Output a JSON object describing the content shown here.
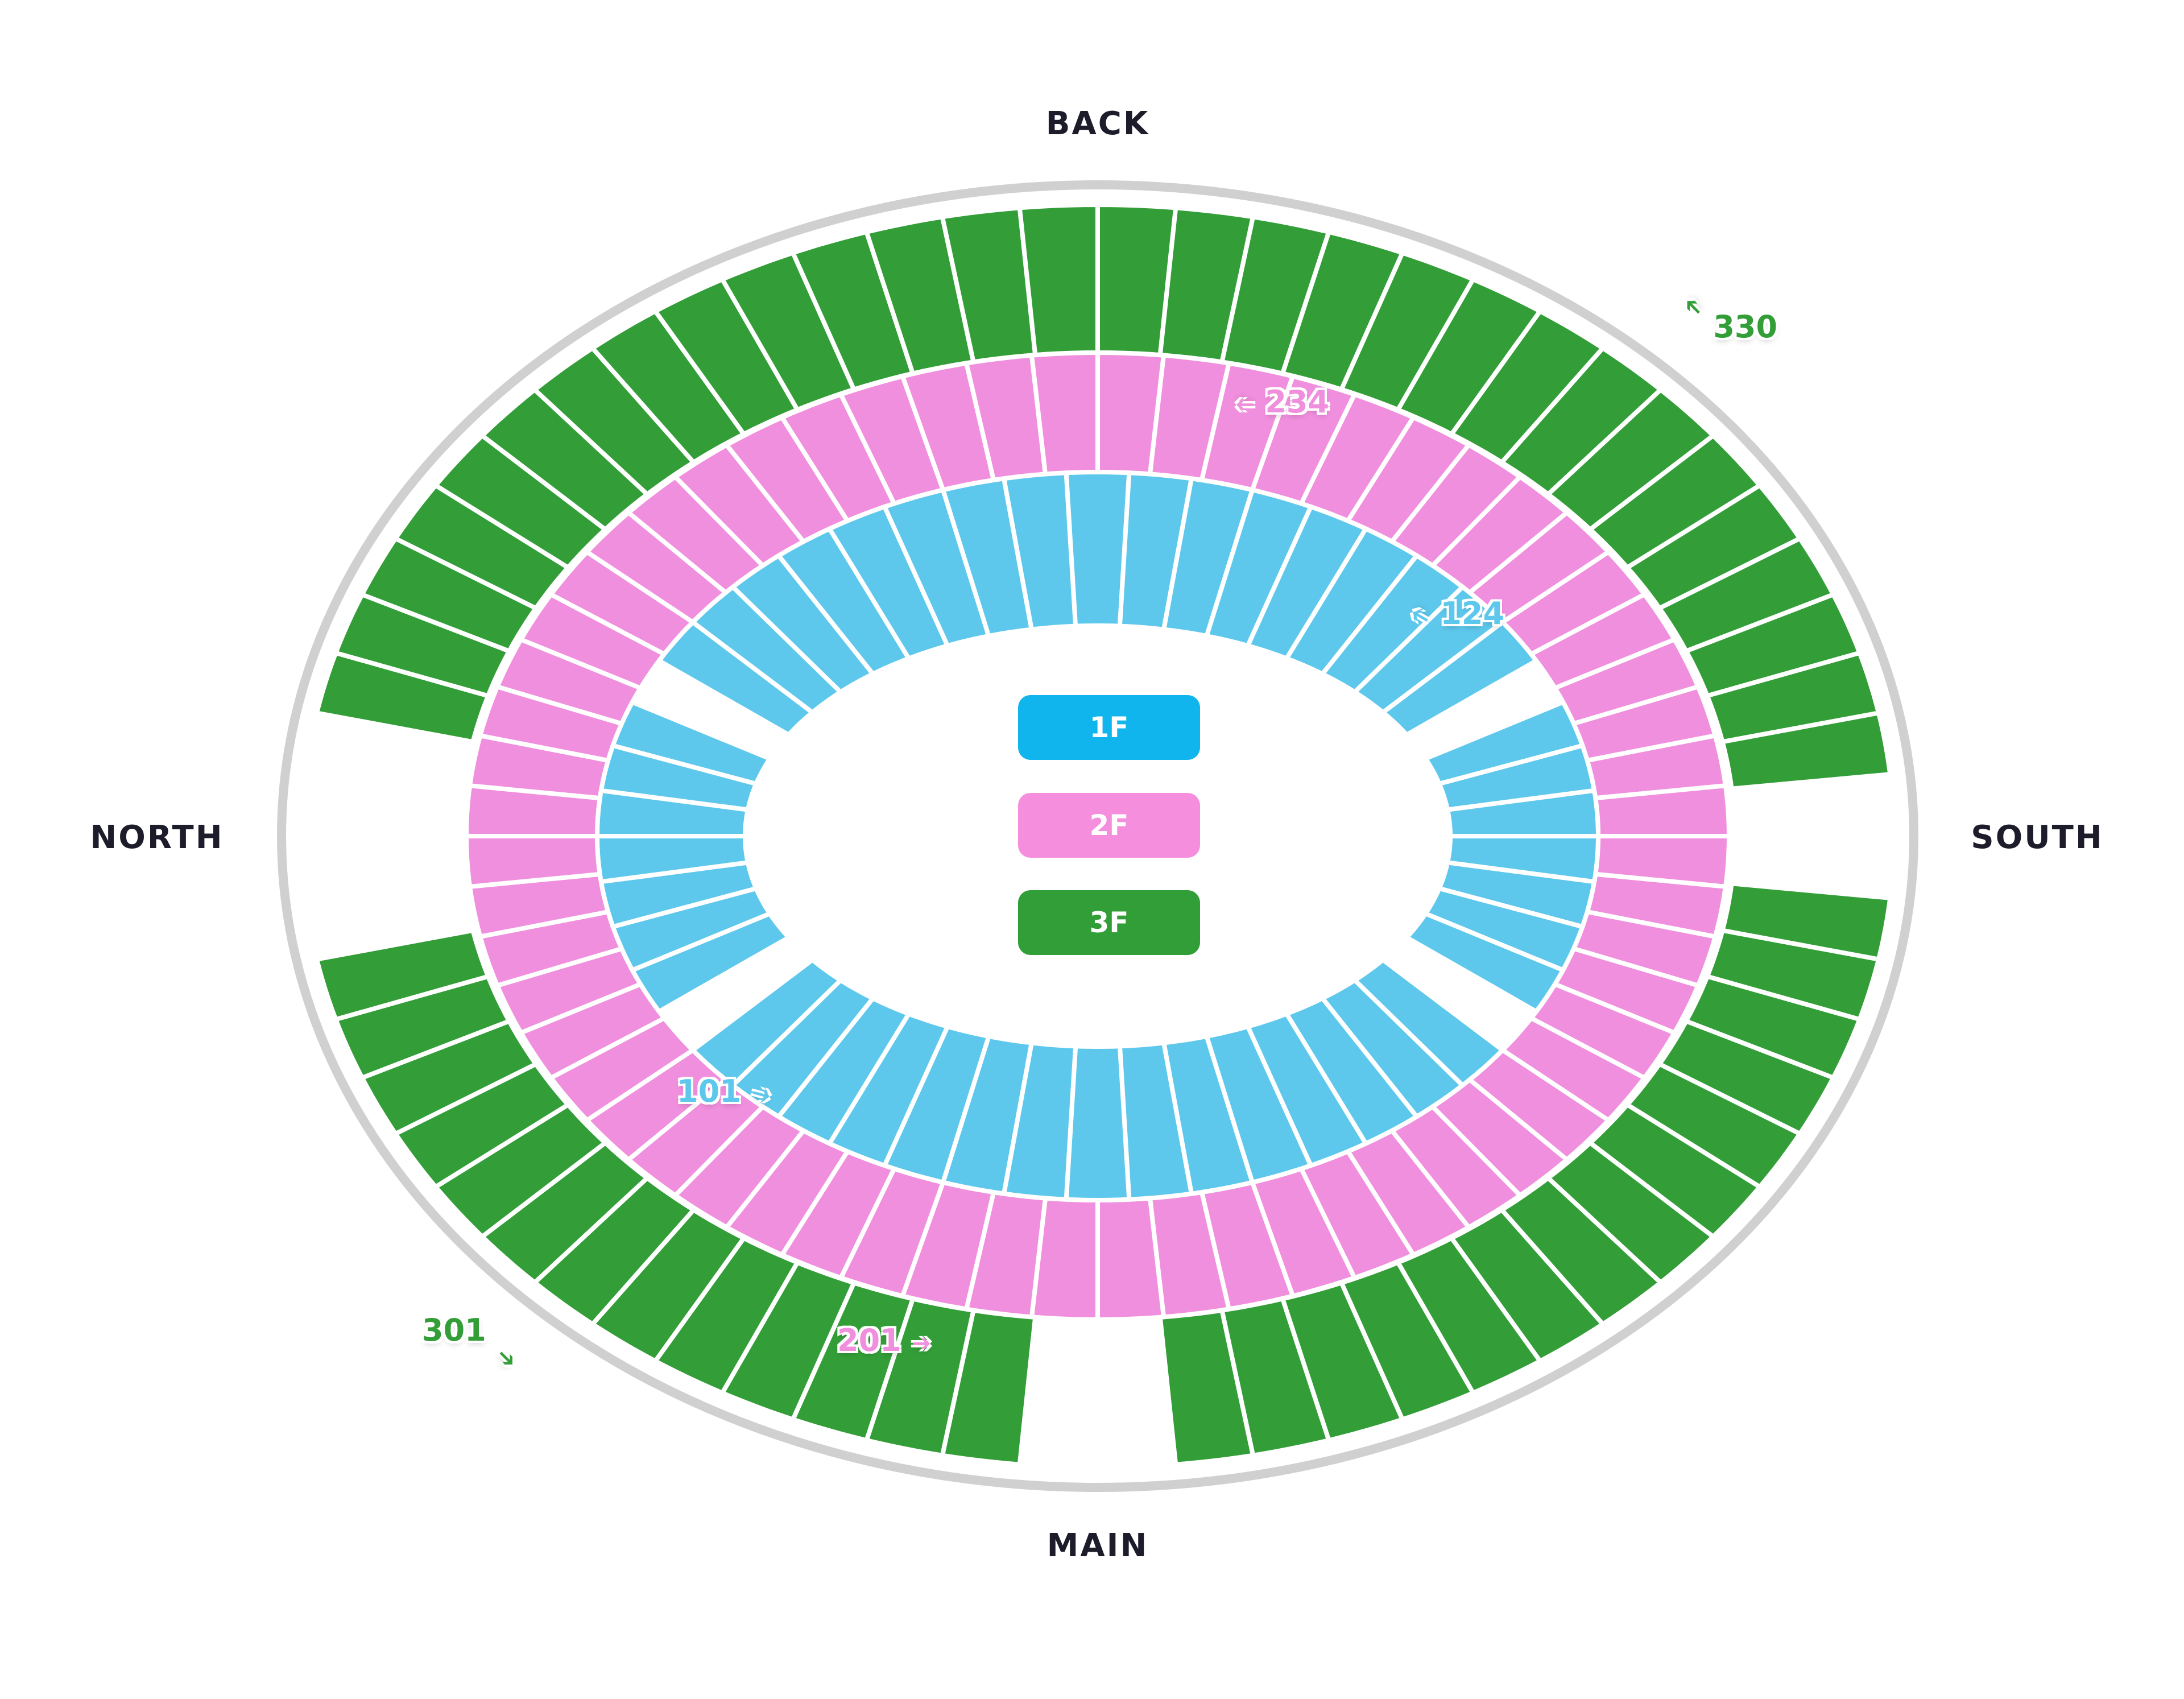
{
  "directions": {
    "back": "BACK",
    "main": "MAIN",
    "north": "NORTH",
    "south": "SOUTH"
  },
  "levels": [
    {
      "label": "1F",
      "color": "#0fb5ec"
    },
    {
      "label": "2F",
      "color": "#f58fdd"
    },
    {
      "label": "3F",
      "color": "#329e38"
    }
  ],
  "section_colors": {
    "1F": "#5ec8ec",
    "2F": "#f08fdd",
    "3F": "#339e38",
    "outline": "#d0d0d0"
  },
  "section_markers": {
    "s101": {
      "number": "101",
      "arrow": "➔",
      "color": "#5ec8ec"
    },
    "s124": {
      "number": "124",
      "arrow": "➔",
      "color": "#5ec8ec"
    },
    "s201": {
      "number": "201",
      "arrow": "➔",
      "color": "#f08fdd"
    },
    "s234": {
      "number": "234",
      "arrow": "➔",
      "color": "#f08fdd"
    },
    "s301": {
      "number": "301",
      "arrow": "➔",
      "color": "#339e38"
    },
    "s330": {
      "number": "330",
      "arrow": "➔",
      "color": "#339e38"
    }
  }
}
